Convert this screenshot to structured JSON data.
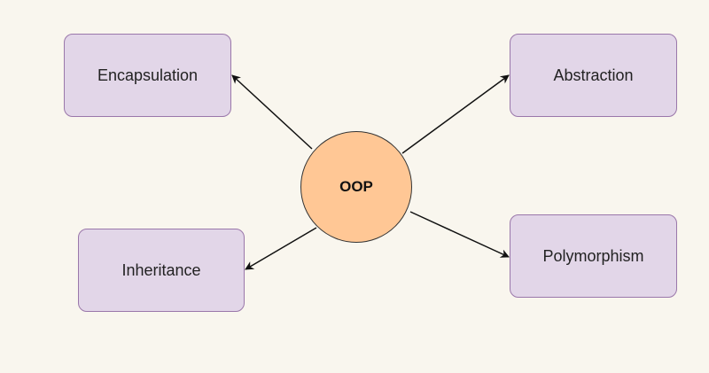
{
  "center": {
    "label": "OOP",
    "fill": "#ffc795"
  },
  "concepts": [
    {
      "label": "Encapsulation"
    },
    {
      "label": "Abstraction"
    },
    {
      "label": "Inheritance"
    },
    {
      "label": "Polymorphism"
    }
  ],
  "colors": {
    "background": "#f9f6ee",
    "box_fill": "#e2d6e8",
    "box_border": "#9a77aa",
    "arrow": "#111111"
  }
}
